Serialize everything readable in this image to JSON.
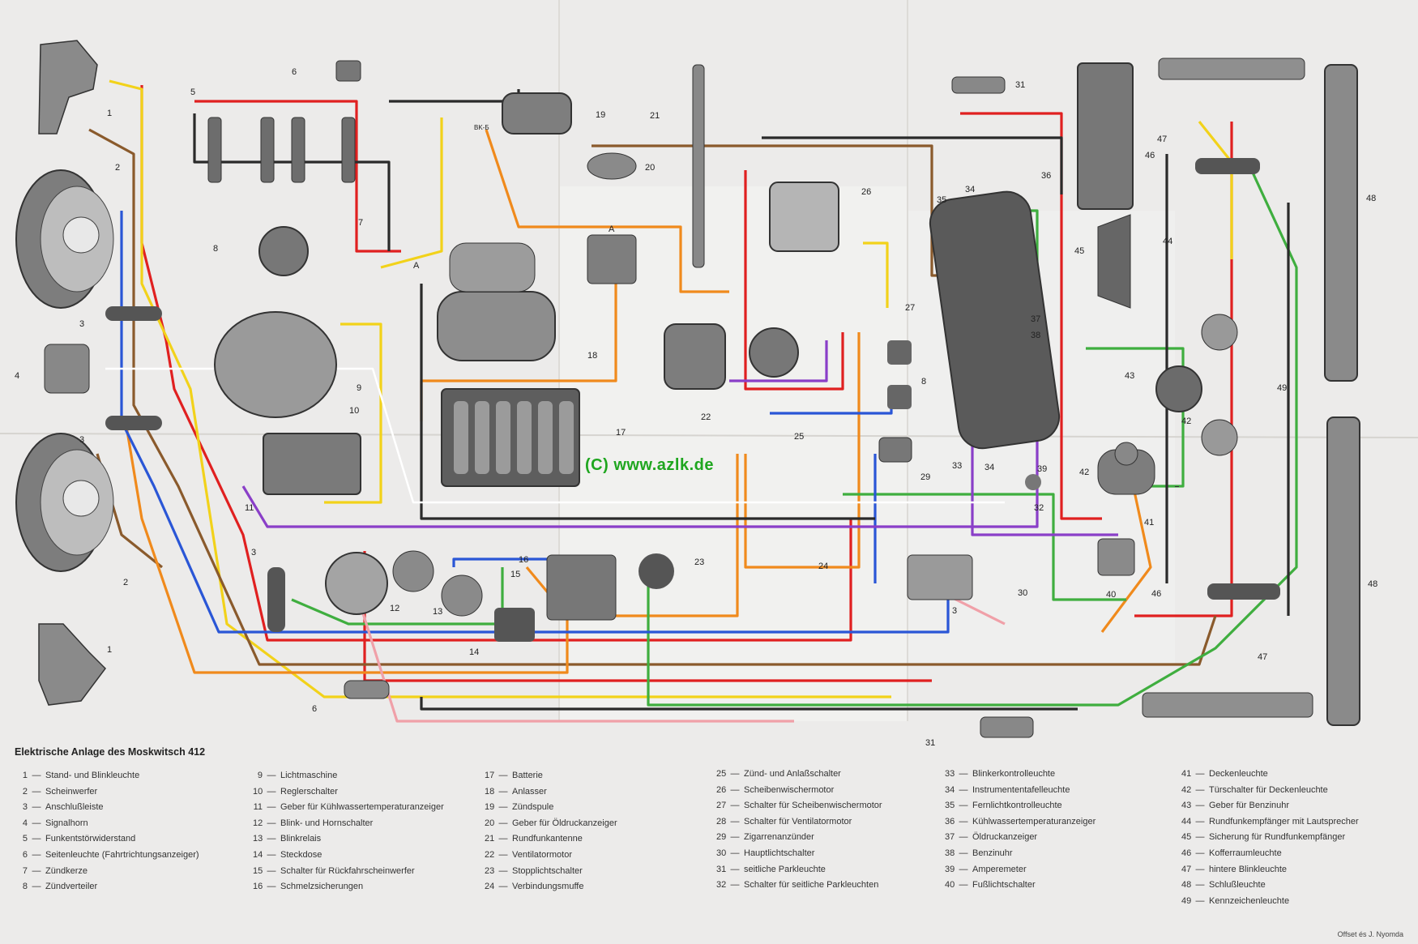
{
  "watermark": "(C) www.azlk.de",
  "legend_title": "Elektrische Anlage des Moskwitsch 412",
  "imprint": "Offset és J. Nyomda",
  "legend_columns": [
    [
      {
        "num": "1",
        "text": "Stand- und Blinkleuchte"
      },
      {
        "num": "2",
        "text": "Scheinwerfer"
      },
      {
        "num": "3",
        "text": "Anschlußleiste"
      },
      {
        "num": "4",
        "text": "Signalhorn"
      },
      {
        "num": "5",
        "text": "Funkentstörwiderstand"
      },
      {
        "num": "6",
        "text": "Seitenleuchte (Fahrtrichtungsanzeiger)"
      },
      {
        "num": "7",
        "text": "Zündkerze"
      },
      {
        "num": "8",
        "text": "Zündverteiler"
      }
    ],
    [
      {
        "num": "9",
        "text": "Lichtmaschine"
      },
      {
        "num": "10",
        "text": "Reglerschalter"
      },
      {
        "num": "11",
        "text": "Geber für Kühlwassertemperaturanzeiger"
      },
      {
        "num": "12",
        "text": "Blink- und Hornschalter"
      },
      {
        "num": "13",
        "text": "Blinkrelais"
      },
      {
        "num": "14",
        "text": "Steckdose"
      },
      {
        "num": "15",
        "text": "Schalter für Rückfahrscheinwerfer"
      },
      {
        "num": "16",
        "text": "Schmelzsicherungen"
      }
    ],
    [
      {
        "num": "17",
        "text": "Batterie"
      },
      {
        "num": "18",
        "text": "Anlasser"
      },
      {
        "num": "19",
        "text": "Zündspule"
      },
      {
        "num": "20",
        "text": "Geber für Öldruckanzeiger"
      },
      {
        "num": "21",
        "text": "Rundfunkantenne"
      },
      {
        "num": "22",
        "text": "Ventilatormotor"
      },
      {
        "num": "23",
        "text": "Stopplichtschalter"
      },
      {
        "num": "24",
        "text": "Verbindungsmuffe"
      }
    ],
    [
      {
        "num": "25",
        "text": "Zünd- und Anlaßschalter"
      },
      {
        "num": "26",
        "text": "Scheibenwischermotor"
      },
      {
        "num": "27",
        "text": "Schalter für Scheibenwischermotor"
      },
      {
        "num": "28",
        "text": "Schalter für Ventilatormotor"
      },
      {
        "num": "29",
        "text": "Zigarrenanzünder"
      },
      {
        "num": "30",
        "text": "Hauptlichtschalter"
      },
      {
        "num": "31",
        "text": "seitliche Parkleuchte"
      },
      {
        "num": "32",
        "text": "Schalter für seitliche Parkleuchten"
      }
    ],
    [
      {
        "num": "33",
        "text": "Blinkerkontrolleuchte"
      },
      {
        "num": "34",
        "text": "Instrumententafelleuchte"
      },
      {
        "num": "35",
        "text": "Fernlichtkontrolleuchte"
      },
      {
        "num": "36",
        "text": "Kühlwassertemperaturanzeiger"
      },
      {
        "num": "37",
        "text": "Öldruckanzeiger"
      },
      {
        "num": "38",
        "text": "Benzinuhr"
      },
      {
        "num": "39",
        "text": "Amperemeter"
      },
      {
        "num": "40",
        "text": "Fußlichtschalter"
      }
    ],
    [
      {
        "num": "41",
        "text": "Deckenleuchte"
      },
      {
        "num": "42",
        "text": "Türschalter für Deckenleuchte"
      },
      {
        "num": "43",
        "text": "Geber für Benzinuhr"
      },
      {
        "num": "44",
        "text": "Rundfunkempfänger mit Lautsprecher"
      },
      {
        "num": "45",
        "text": "Sicherung für Rundfunkempfänger"
      },
      {
        "num": "46",
        "text": "Kofferraumleuchte"
      },
      {
        "num": "47",
        "text": "hintere Blinkleuchte"
      },
      {
        "num": "48",
        "text": "Schlußleuchte"
      },
      {
        "num": "49",
        "text": "Kennzeichenleuchte"
      }
    ]
  ],
  "callouts": {
    "c1a": "1",
    "c1b": "1",
    "c2a": "2",
    "c2b": "2",
    "c3a": "3",
    "c3b": "3",
    "c3c": "3",
    "c3d": "3",
    "c4": "4",
    "c5": "5",
    "c6a": "6",
    "c6b": "6",
    "c7": "7",
    "c8": "8",
    "c9": "9",
    "c10": "10",
    "c11": "11",
    "c12": "12",
    "c13": "13",
    "c14": "14",
    "c15": "15",
    "c16": "16",
    "c17": "17",
    "c18": "18",
    "c19": "19",
    "c20": "20",
    "c21": "21",
    "c22": "22",
    "c23": "23",
    "c24": "24",
    "c25": "25",
    "c26": "26",
    "c27": "27",
    "c28": "8",
    "c29": "29",
    "c30": "30",
    "c31a": "31",
    "c31b": "31",
    "c32": "32",
    "c33": "33",
    "c34a": "34",
    "c34b": "34",
    "c35": "35",
    "c36": "36",
    "c37": "37",
    "c38": "38",
    "c39": "39",
    "c40": "40",
    "c41": "41",
    "c42a": "42",
    "c42b": "42",
    "c43": "43",
    "c44": "44",
    "c45": "45",
    "c46a": "46",
    "c46b": "46",
    "c47a": "47",
    "c47b": "47",
    "c48a": "48",
    "c48b": "48",
    "c49": "49",
    "cA1": "A",
    "cA2": "A",
    "cBK": "BK-Б"
  },
  "wire_colors": {
    "red": "#e02020",
    "yellow": "#f2d21a",
    "brown": "#8a5a2c",
    "orange": "#f08a1c",
    "green": "#3fae3f",
    "blue": "#2a56d6",
    "purple": "#8a3fc8",
    "black": "#2a2a2a",
    "pink": "#f0a0a8",
    "white": "#f7f7f7"
  }
}
